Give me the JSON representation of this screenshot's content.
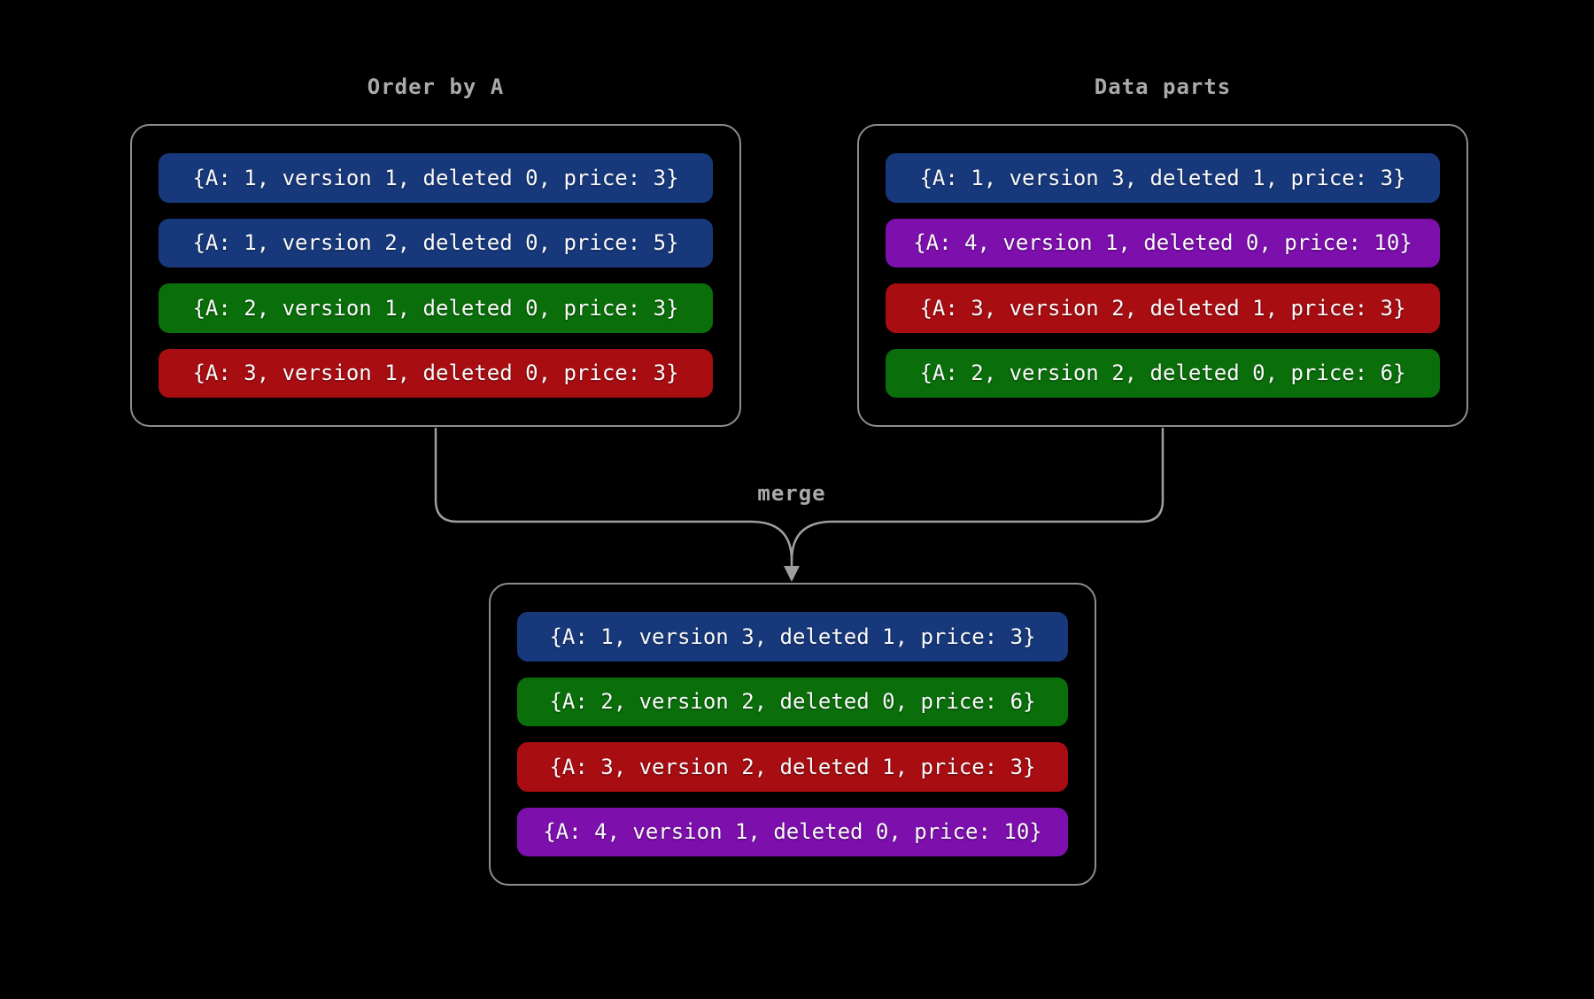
{
  "background": "#000000",
  "colors": {
    "blue": "#17397c",
    "green": "#0a6e0a",
    "red": "#a80d12",
    "purple": "#7d0fad",
    "line": "#9e9e9e",
    "border": "#8d8d8d",
    "title_text": "#aaaaaa",
    "row_text": "#fafafa"
  },
  "left_box": {
    "title": "Order by A",
    "rows": [
      {
        "color": "blue",
        "text": "{A: 1, version 1, deleted 0, price: 3}"
      },
      {
        "color": "blue",
        "text": "{A: 1, version 2, deleted 0, price: 5}"
      },
      {
        "color": "green",
        "text": "{A: 2, version 1, deleted 0, price: 3}"
      },
      {
        "color": "red",
        "text": "{A: 3, version 1, deleted 0, price: 3}"
      }
    ]
  },
  "right_box": {
    "title": "Data parts",
    "rows": [
      {
        "color": "blue",
        "text": "{A: 1, version 3, deleted 1, price: 3}"
      },
      {
        "color": "purple",
        "text": "{A: 4, version 1, deleted 0, price: 10}"
      },
      {
        "color": "red",
        "text": "{A: 3, version 2, deleted 1, price: 3}"
      },
      {
        "color": "green",
        "text": "{A: 2, version 2, deleted 0, price: 6}"
      }
    ]
  },
  "merge_label": "merge",
  "merged_box": {
    "rows": [
      {
        "color": "blue",
        "text": "{A: 1, version 3, deleted 1, price: 3}"
      },
      {
        "color": "green",
        "text": "{A: 2, version 2, deleted 0, price: 6}"
      },
      {
        "color": "red",
        "text": "{A: 3, version 2, deleted 1, price: 3}"
      },
      {
        "color": "purple",
        "text": "{A: 4, version 1, deleted 0, price: 10}"
      }
    ]
  }
}
